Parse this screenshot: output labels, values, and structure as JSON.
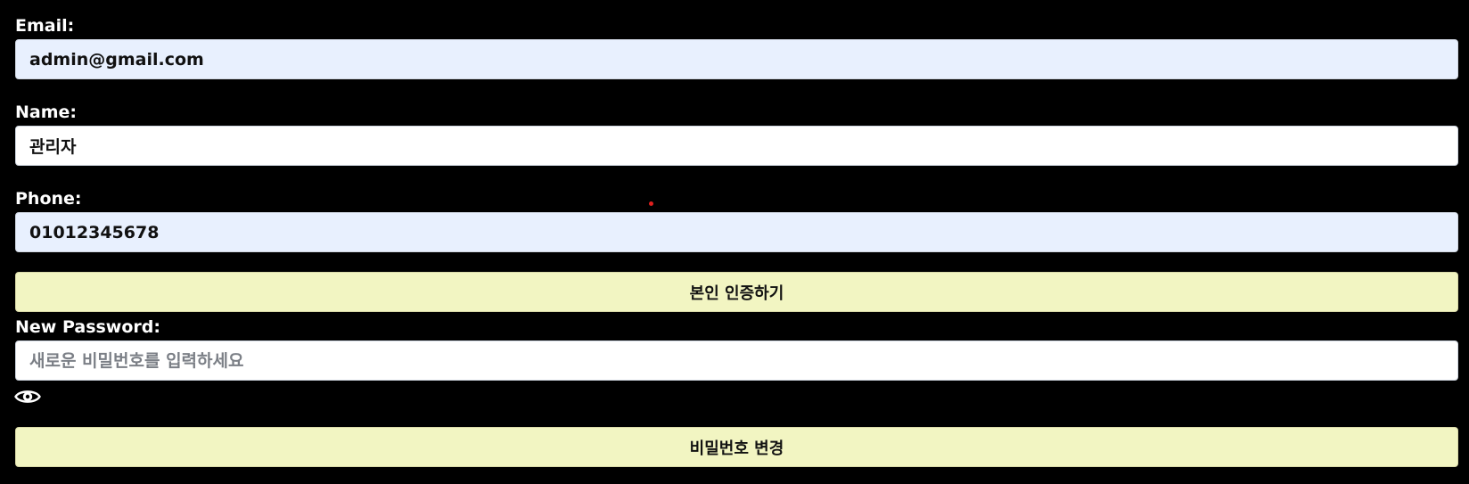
{
  "form": {
    "email": {
      "label": "Email:",
      "value": "admin@gmail.com"
    },
    "name": {
      "label": "Name:",
      "value": "관리자"
    },
    "phone": {
      "label": "Phone:",
      "value": "01012345678"
    },
    "verify_button": "본인 인증하기",
    "new_password": {
      "label": "New Password:",
      "value": "",
      "placeholder": "새로운 비밀번호를 입력하세요"
    },
    "toggle_visibility_icon": "eye-icon",
    "change_password_button": "비밀번호 변경"
  },
  "colors": {
    "background": "#000000",
    "label": "#ffffff",
    "autofill_field": "#e8f0fe",
    "plain_field": "#ffffff",
    "button": "#f2f5c2",
    "cursor_dot": "#e0201e"
  }
}
